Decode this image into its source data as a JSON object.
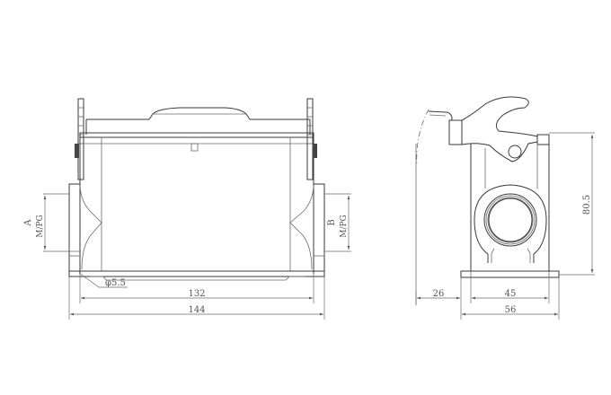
{
  "drawing": {
    "front_view": {
      "labels": {
        "left_entry": "A",
        "left_thread": "M/PG",
        "right_entry": "B",
        "right_thread": "M/PG",
        "hole_diameter": "φ5.5",
        "inner_width": "132",
        "outer_width": "144"
      }
    },
    "side_view": {
      "labels": {
        "lever_offset": "26",
        "inner_base": "45",
        "outer_base": "56",
        "height": "80.5"
      }
    }
  }
}
